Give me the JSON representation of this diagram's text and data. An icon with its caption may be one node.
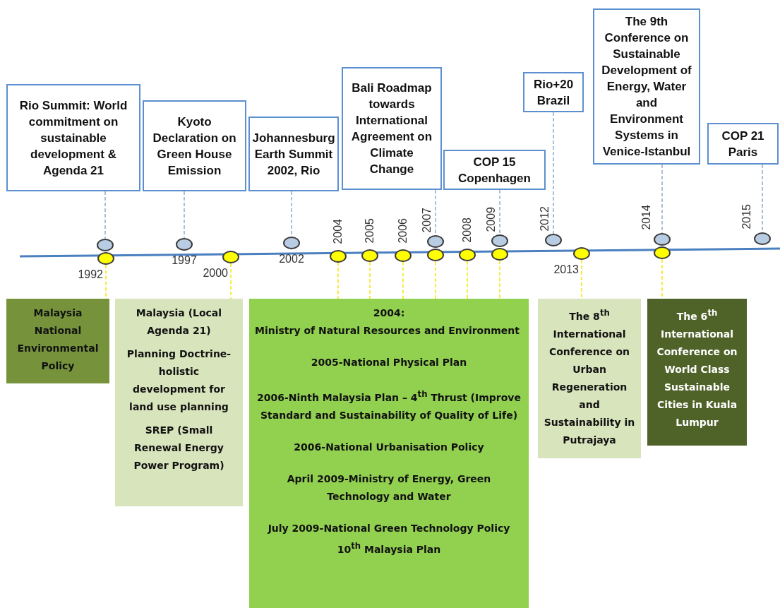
{
  "diagram": {
    "nodes": [
      {
        "text": [
          "Rio Summit: World commitment on sustainable development & Agenda 21"
        ]
      },
      {
        "text": [
          "Kyoto Declaration on Green House Emission"
        ]
      },
      {
        "text": [
          "Johannesburg Earth Summit 2002, Rio"
        ]
      },
      {
        "text": [
          "Bali Roadmap towards International Agreement on Climate Change"
        ]
      },
      {
        "text": [
          "COP 15 Copenhagen"
        ]
      },
      {
        "text": [
          "Rio+20 Brazil"
        ]
      },
      {
        "text": [
          "The 9th Conference on Sustainable Development of Energy, Water and Environment Systems in Venice-Istanbul"
        ]
      },
      {
        "text": [
          "COP 21 Paris"
        ]
      },
      {
        "text": [],
        "shape": "circle"
      },
      {
        "text": [],
        "shape": "circle",
        "beside": [
          "1997"
        ]
      },
      {
        "text": [],
        "shape": "circle",
        "beside": [
          "2002"
        ]
      },
      {
        "text": [],
        "shape": "circle",
        "beside": [
          "2007"
        ]
      },
      {
        "text": [],
        "shape": "circle",
        "beside": [
          "2009"
        ]
      },
      {
        "text": [],
        "shape": "circle",
        "beside": [
          "2012"
        ]
      },
      {
        "text": [],
        "shape": "circle",
        "beside": [
          "2014"
        ]
      },
      {
        "text": [],
        "shape": "circle",
        "beside": [
          "2015"
        ]
      },
      {
        "text": [],
        "shape": "circle",
        "beside": [
          "1992"
        ]
      },
      {
        "text": [],
        "shape": "circle",
        "beside": [
          "2000"
        ]
      },
      {
        "text": [],
        "shape": "circle",
        "beside": [
          "2004"
        ]
      },
      {
        "text": [],
        "shape": "circle",
        "beside": [
          "2005"
        ]
      },
      {
        "text": [],
        "shape": "circle",
        "beside": [
          "2006"
        ]
      },
      {
        "text": [],
        "shape": "circle"
      },
      {
        "text": [],
        "shape": "circle",
        "beside": [
          "2008"
        ]
      },
      {
        "text": [],
        "shape": "circle"
      },
      {
        "text": [],
        "shape": "circle",
        "beside": [
          "2013"
        ]
      },
      {
        "text": [],
        "shape": "circle"
      },
      {
        "text": [
          "Malaysia National Environmental Policy"
        ]
      },
      {
        "text": [
          "Malaysia (Local Agenda 21)",
          "Planning Doctrine- holistic development for land use planning",
          "SREP (Small Renewal Energy Power Program)"
        ]
      },
      {
        "text": [
          "2004:",
          "Ministry of Natural Resources and Environment",
          "2005-National Physical Plan",
          "2006-Ninth Malaysia Plan – 4$^{th}$ Thrust (Improve Standard and Sustainability of Quality of Life)",
          "2006-National Urbanisation Policy",
          "April 2009-Ministry of Energy, Green Technology and Water",
          "July 2009-National Green Technology Policy 10$^{th}$ Malaysia Plan"
        ]
      },
      {
        "text": [
          "The 8$^{th}$ International Conference on Urban Regeneration and Sustainability in Putrajaya"
        ]
      },
      {
        "text": [
          "The 6$^{th}$ International Conference on World Class Sustainable Cities in Kuala Lumpur"
        ]
      }
    ],
    "edges": [
      {
        "from": 0,
        "to": 8,
        "arrow": "none",
        "style": "dashed",
        "color": "#8faacc"
      },
      {
        "from": 1,
        "to": 9,
        "arrow": "none",
        "style": "dashed",
        "color": "#8faacc"
      },
      {
        "from": 2,
        "to": 10,
        "arrow": "none",
        "style": "dashed",
        "color": "#8faacc"
      },
      {
        "from": 3,
        "to": 11,
        "arrow": "none",
        "style": "dashed",
        "color": "#8faacc"
      },
      {
        "from": 4,
        "to": 12,
        "arrow": "none",
        "style": "dashed",
        "color": "#8faacc"
      },
      {
        "from": 5,
        "to": 13,
        "arrow": "none",
        "style": "dashed",
        "color": "#8faacc"
      },
      {
        "from": 6,
        "to": 14,
        "arrow": "none",
        "style": "dashed",
        "color": "#8faacc"
      },
      {
        "from": 7,
        "to": 15,
        "arrow": "none",
        "style": "dashed",
        "color": "#8faacc"
      },
      {
        "from": 16,
        "to": 26,
        "arrow": "none",
        "style": "dashed",
        "color": "#f5e800"
      },
      {
        "from": 17,
        "to": 27,
        "arrow": "none",
        "style": "dashed",
        "color": "#f5e800"
      },
      {
        "from": 18,
        "to": 28,
        "arrow": "none",
        "style": "dashed",
        "color": "#f5e800"
      },
      {
        "from": 19,
        "to": 28,
        "arrow": "none",
        "style": "dashed",
        "color": "#f5e800"
      },
      {
        "from": 20,
        "to": 28,
        "arrow": "none",
        "style": "dashed",
        "color": "#f5e800"
      },
      {
        "from": 21,
        "to": 28,
        "arrow": "none",
        "style": "dashed",
        "color": "#f5e800"
      },
      {
        "from": 22,
        "to": 28,
        "arrow": "none",
        "style": "dashed",
        "color": "#f5e800"
      },
      {
        "from": 23,
        "to": 28,
        "arrow": "none",
        "style": "dashed",
        "color": "#f5e800"
      },
      {
        "from": 24,
        "to": 29,
        "arrow": "none",
        "style": "dashed",
        "color": "#f5e800"
      },
      {
        "from": 25,
        "to": 30,
        "arrow": "none",
        "style": "dashed",
        "color": "#f5e800"
      }
    ]
  }
}
